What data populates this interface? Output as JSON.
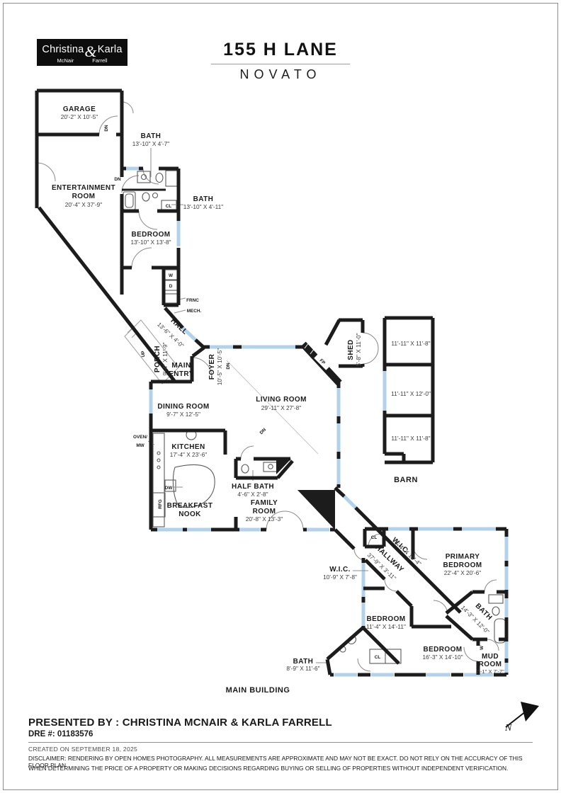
{
  "header": {
    "logo": {
      "name1": "Christina",
      "amp": "&",
      "name2": "Karla",
      "sub1": "McNair",
      "sub2": "Farrell"
    },
    "title": "155 H LANE",
    "subtitle": "NOVATO"
  },
  "rooms": {
    "garage": {
      "name": "GARAGE",
      "dims": "20'-2\" X 10'-5\""
    },
    "bath_top": {
      "name": "BATH",
      "dims": "13'-10\" X 4'-7\""
    },
    "entertainment": {
      "name1": "ENTERTAINMENT",
      "name2": "ROOM",
      "dims": "20'-4\" X 37'-9\""
    },
    "bath_mid": {
      "name": "BATH",
      "dims": "13'-10\" X 4'-11\""
    },
    "bedroom_upper": {
      "name": "BEDROOM",
      "dims": "13'-10\" X 13'-8\""
    },
    "hall": {
      "name": "HALL",
      "dims": "13'-6\" X 4'-0\""
    },
    "porch": {
      "name": "PORCH",
      "dims": "9'-4\" X 11'-9\""
    },
    "main_entry": {
      "name1": "MAIN",
      "name2": "ENTRY"
    },
    "foyer": {
      "name": "FOYER",
      "dims": "10'-5\" X 10'-5\""
    },
    "dining": {
      "name": "DINING ROOM",
      "dims": "9'-7\" X 12'-5\""
    },
    "living": {
      "name": "LIVING ROOM",
      "dims": "29'-11\" X 27'-8\""
    },
    "shed": {
      "name": "SHED",
      "dims": "5'-8\" X 11'-0\""
    },
    "kitchen": {
      "name": "KITCHEN",
      "dims": "17'-4\" X 23'-6\""
    },
    "breakfast": {
      "name1": "BREAKFAST",
      "name2": "NOOK"
    },
    "half_bath": {
      "name": "HALF BATH",
      "dims": "4'-6\" X 2'-8\""
    },
    "family": {
      "name1": "FAMILY",
      "name2": "ROOM",
      "dims": "20'-8\" X 13'-3\""
    },
    "wic_upper": {
      "name": "W.I.C.",
      "dims": "8'-4\" X 12'-4\""
    },
    "hallway": {
      "name": "HALLWAY",
      "dims": "37'-9\" X 3'-11\""
    },
    "wic_left": {
      "name": "W.I.C.",
      "dims": "10'-9\" X 7'-8\""
    },
    "primary": {
      "name1": "PRIMARY",
      "name2": "BEDROOM",
      "dims": "22'-4\" X 20'-6\""
    },
    "bedroom_mid": {
      "name": "BEDROOM",
      "dims": "11'-4\" X 14'-11\""
    },
    "bath_diag": {
      "name": "BATH",
      "dims": "14'-3\" X 12'-0\""
    },
    "bedroom_lower": {
      "name": "BEDROOM",
      "dims": "16'-3\" X 14'-10\""
    },
    "mud": {
      "name1": "MUD",
      "name2": "ROOM",
      "dims": "7'-1\" X 7'-7\""
    },
    "bath_lower": {
      "name": "BATH",
      "dims": "8'-9\" X 11'-6\""
    },
    "barn1": {
      "dims": "11'-11\" X 11'-8\""
    },
    "barn2": {
      "dims": "11'-11\" X 12'-0\""
    },
    "barn3": {
      "dims": "11'-11\" X 11'-8\""
    }
  },
  "annotations": {
    "dn_garage": "DN",
    "dn_ent": "DN",
    "dn_foyer": "DN",
    "dn_living": "DN",
    "up_porch": "UP",
    "w": "W",
    "d": "D",
    "frnc": "FRNC",
    "mech": "MECH.",
    "cl_bath": "CL",
    "cl_hall": "CL",
    "cl_bed": "CL",
    "oven1": "OVEN/",
    "oven2": "MW",
    "dw": "DW",
    "rfg": "RFG",
    "fp": "FP",
    "w_mud": "W",
    "north": "N"
  },
  "sections": {
    "main_building": "MAIN BUILDING",
    "barn": "BARN"
  },
  "footer": {
    "presented_by": "PRESENTED BY : CHRISTINA MCNAIR & KARLA FARRELL",
    "dre": "DRE #: 01183576",
    "created": "CREATED ON SEPTEMBER 18, 2025",
    "disclaimer1": "DISCLAIMER: RENDERING BY OPEN HOMES PHOTOGRAPHY. ALL MEASUREMENTS ARE APPROXIMATE AND MAY NOT BE EXACT. DO NOT RELY ON THE ACCURACY OF THIS FLOOR PLAN",
    "disclaimer2": "WHEN DETERMINING THE PRICE OF A PROPERTY OR MAKING DECISIONS REGARDING BUYING OR SELLING OF PROPERTIES WITHOUT INDEPENDENT VERIFICATION."
  },
  "colors": {
    "wall": "#1c1c1c",
    "window": "#b3d2e9",
    "door": "#8a8a8a"
  }
}
